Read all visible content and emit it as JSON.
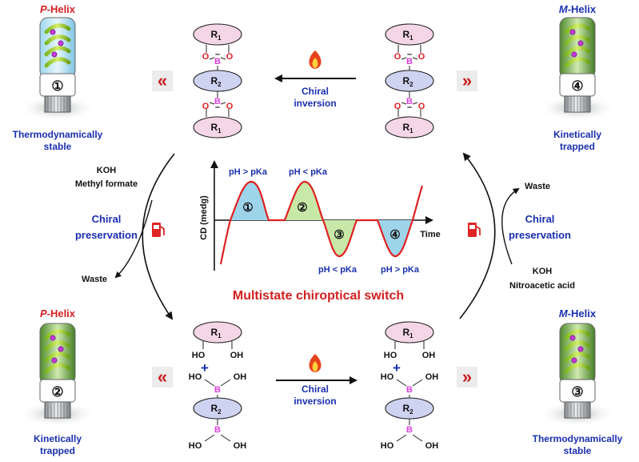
{
  "colors": {
    "red": "#d42020",
    "blue": "#1a2fb0",
    "black": "#111111",
    "boron": "#e040e0",
    "oxygen": "#e02020",
    "ring_top": "#f5d6e6",
    "ring_mid": "#cfd3f2",
    "pos_fill": "#9ed4ea",
    "neg_fill": "#c8e8a8",
    "curve": "#e02020",
    "chevron": "#c81e1e",
    "chevron_bg": "#ececec"
  },
  "corners": {
    "top_left": {
      "prefix": "P",
      "suffix": "-Helix",
      "color": "red",
      "number": "①",
      "caption": [
        "Thermodynamically",
        "stable"
      ],
      "liquid": "blue"
    },
    "top_right": {
      "prefix": "M",
      "suffix": "-Helix",
      "color": "blue",
      "number": "④",
      "caption": [
        "Kinetically",
        "trapped"
      ],
      "liquid": "green"
    },
    "bottom_left": {
      "prefix": "P",
      "suffix": "-Helix",
      "color": "red",
      "number": "②",
      "caption": [
        "Kinetically",
        "trapped"
      ],
      "liquid": "green"
    },
    "bottom_right": {
      "prefix": "M",
      "suffix": "-Helix",
      "color": "blue",
      "number": "③",
      "caption": [
        "Thermodynamically",
        "stable"
      ],
      "liquid": "green"
    }
  },
  "molecule": {
    "r1": "R",
    "r1_sub": "1",
    "r2": "R",
    "r2_sub": "2",
    "boron": "B",
    "oxygen": "O",
    "hydroxyl": "HO",
    "hydroxyl_r": "OH",
    "minus": "–",
    "plus": "+"
  },
  "arrows": {
    "top_label": [
      "Chiral",
      "inversion"
    ],
    "bottom_label": [
      "Chiral",
      "inversion"
    ]
  },
  "left_side": {
    "reagent": [
      "KOH",
      "Methyl formate"
    ],
    "label": [
      "Chiral",
      "preservation"
    ],
    "byproduct": "Waste"
  },
  "right_side": {
    "byproduct": "Waste",
    "label": [
      "Chiral",
      "preservation"
    ],
    "reagent": [
      "KOH",
      "Nitroacetic acid"
    ]
  },
  "chevrons": {
    "left": "«",
    "right": "»"
  },
  "chart": {
    "title": "Multistate chiroptical switch",
    "ylabel": "CD (medg)",
    "xlabel": "Time",
    "peaks": [
      {
        "id": "①",
        "sign": "positive",
        "label": "pH > pKa"
      },
      {
        "id": "②",
        "sign": "positive",
        "label": "pH < pKa"
      },
      {
        "id": "③",
        "sign": "negative",
        "label": "pH < pKa"
      },
      {
        "id": "④",
        "sign": "negative",
        "label": "pH > pKa"
      }
    ]
  }
}
